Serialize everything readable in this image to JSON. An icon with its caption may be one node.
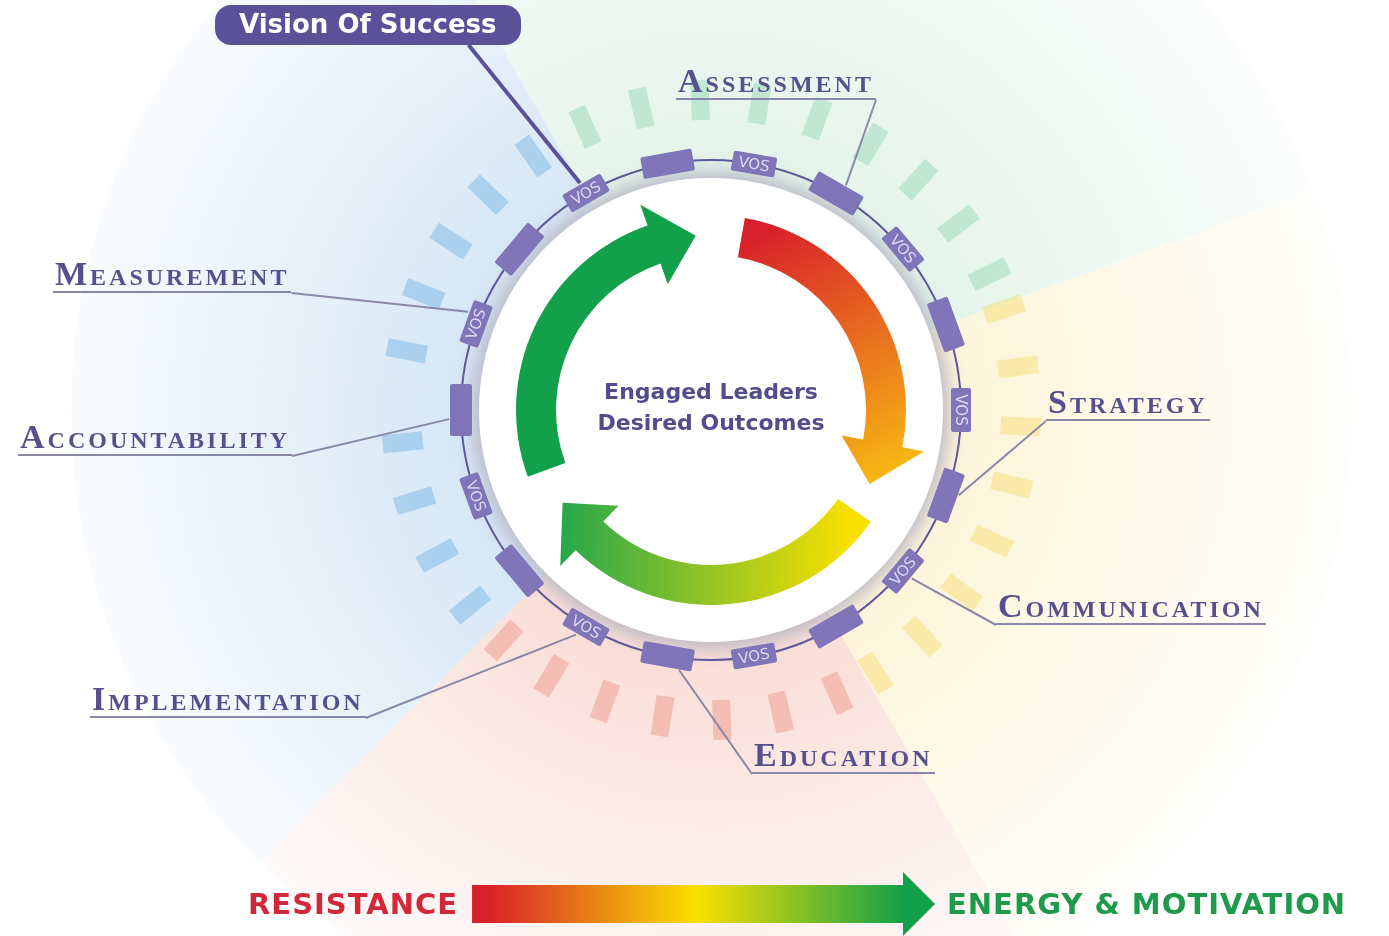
{
  "diagram": {
    "nodes": [
      {
        "text": [
          "Vision Of Success"
        ]
      },
      {
        "text": [],
        "shape": "circle"
      },
      {
        "text": [
          "Engaged Leaders Desired Outcomes"
        ],
        "in": 1
      },
      {
        "text": [
          "Assessment"
        ]
      },
      {
        "text": [
          "Measurement"
        ]
      },
      {
        "text": [
          "Strategy"
        ]
      },
      {
        "text": [
          "Accountability"
        ]
      },
      {
        "text": [
          "Communication"
        ]
      },
      {
        "text": [
          "Implementation"
        ]
      },
      {
        "text": [
          "Education"
        ]
      },
      {
        "text": [
          "RESISTANCE"
        ]
      },
      {
        "text": [
          "ENERGY & MOTIVATION"
        ]
      }
    ],
    "edges": [
      {
        "from": 0,
        "to": 1,
        "arrow": "none"
      },
      {
        "from": 3,
        "to": 1,
        "arrow": "none"
      },
      {
        "from": 4,
        "to": 1,
        "arrow": "none"
      },
      {
        "from": 5,
        "to": 1,
        "arrow": "none"
      },
      {
        "from": 6,
        "to": 1,
        "arrow": "none"
      },
      {
        "from": 7,
        "to": 1,
        "arrow": "none"
      },
      {
        "from": 8,
        "to": 1,
        "arrow": "none"
      },
      {
        "from": 9,
        "to": 1,
        "arrow": "none"
      },
      {
        "from": 10,
        "to": 11,
        "arrow": "to",
        "style": "thick"
      }
    ],
    "labels": [
      "VOS",
      "VOS",
      "VOS",
      "VOS",
      "VOS",
      "VOS",
      "VOS",
      "VOS",
      "VOS"
    ]
  }
}
